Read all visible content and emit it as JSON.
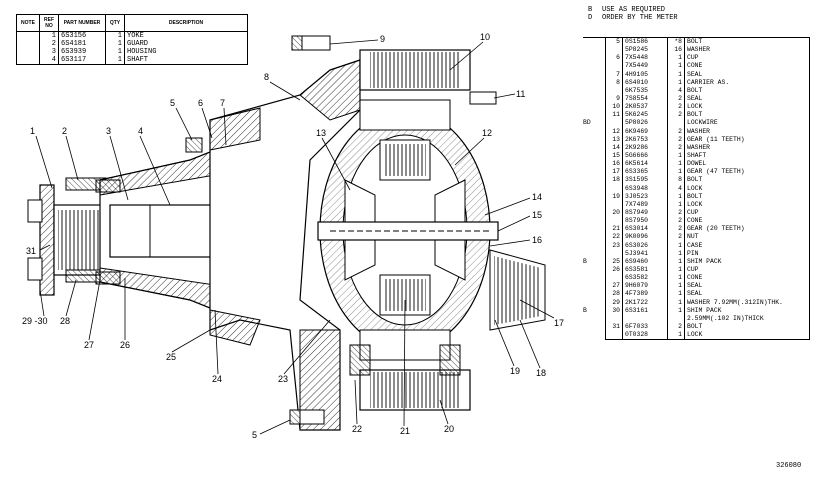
{
  "small_table": {
    "headers": [
      "NOTE",
      "REF NO",
      "PART NUMBER",
      "QTY",
      "DESCRIPTION"
    ],
    "rows": [
      {
        "ref": "1",
        "pn": "6S3156",
        "qty": "1",
        "desc": "YOKE"
      },
      {
        "ref": "2",
        "pn": "6S4181",
        "qty": "1",
        "desc": "GUARD"
      },
      {
        "ref": "3",
        "pn": "6S3939",
        "qty": "1",
        "desc": "HOUSING"
      },
      {
        "ref": "4",
        "pn": "6S3117",
        "qty": "1",
        "desc": "SHAFT"
      }
    ]
  },
  "legend": [
    {
      "key": "B",
      "text": "USE AS REQUIRED"
    },
    {
      "key": "D",
      "text": "ORDER BY THE METER"
    }
  ],
  "parts_rows": [
    {
      "note": "",
      "ref": "5",
      "pn": "0S1586",
      "qty": "*8",
      "desc": "BOLT"
    },
    {
      "note": "",
      "ref": "",
      "pn": "5P8245",
      "qty": "16",
      "desc": "WASHER"
    },
    {
      "note": "",
      "ref": "6",
      "pn": "7X5448",
      "qty": "1",
      "desc": "CUP"
    },
    {
      "note": "",
      "ref": "",
      "pn": "7X5449",
      "qty": "1",
      "desc": "CONE"
    },
    {
      "note": "",
      "ref": "7",
      "pn": "4H9105",
      "qty": "1",
      "desc": "SEAL"
    },
    {
      "note": "",
      "ref": "8",
      "pn": "6S4010",
      "qty": "1",
      "desc": "CARRIER AS."
    },
    {
      "note": "",
      "ref": "",
      "pn": "6K7535",
      "qty": "4",
      "desc": "BOLT"
    },
    {
      "note": "",
      "ref": "9",
      "pn": "7S8554",
      "qty": "2",
      "desc": "SEAL"
    },
    {
      "note": "",
      "ref": "10",
      "pn": "2K0537",
      "qty": "2",
      "desc": "LOCK"
    },
    {
      "note": "",
      "ref": "11",
      "pn": "5K6245",
      "qty": "2",
      "desc": "BOLT"
    },
    {
      "note": "BD",
      "ref": "",
      "pn": "5P8026",
      "qty": "",
      "desc": "LOCKWIRE"
    },
    {
      "note": "",
      "ref": "12",
      "pn": "6K9469",
      "qty": "2",
      "desc": "WASHER"
    },
    {
      "note": "",
      "ref": "13",
      "pn": "2K6753",
      "qty": "2",
      "desc": "GEAR (11 TEETH)"
    },
    {
      "note": "",
      "ref": "14",
      "pn": "2K9286",
      "qty": "2",
      "desc": "WASHER"
    },
    {
      "note": "",
      "ref": "15",
      "pn": "5G6666",
      "qty": "1",
      "desc": "SHAFT"
    },
    {
      "note": "",
      "ref": "16",
      "pn": "6K5614",
      "qty": "1",
      "desc": "DOWEL"
    },
    {
      "note": "",
      "ref": "17",
      "pn": "6S3365",
      "qty": "1",
      "desc": "GEAR (47 TEETH)"
    },
    {
      "note": "",
      "ref": "18",
      "pn": "3S1595",
      "qty": "8",
      "desc": "BOLT"
    },
    {
      "note": "",
      "ref": "",
      "pn": "6S3948",
      "qty": "4",
      "desc": "LOCK"
    },
    {
      "note": "",
      "ref": "19",
      "pn": "3J0523",
      "qty": "1",
      "desc": "BOLT"
    },
    {
      "note": "",
      "ref": "",
      "pn": "7X7489",
      "qty": "1",
      "desc": "LOCK"
    },
    {
      "note": "",
      "ref": "20",
      "pn": "8S7949",
      "qty": "2",
      "desc": "CUP"
    },
    {
      "note": "",
      "ref": "",
      "pn": "8S7950",
      "qty": "2",
      "desc": "CONE"
    },
    {
      "note": "",
      "ref": "21",
      "pn": "6S3014",
      "qty": "2",
      "desc": "GEAR (20 TEETH)"
    },
    {
      "note": "",
      "ref": "22",
      "pn": "9K0096",
      "qty": "2",
      "desc": "NUT"
    },
    {
      "note": "",
      "ref": "23",
      "pn": "6S3026",
      "qty": "1",
      "desc": "CASE"
    },
    {
      "note": "",
      "ref": "",
      "pn": "5J3941",
      "qty": "1",
      "desc": "PIN"
    },
    {
      "note": "B",
      "ref": "25",
      "pn": "6S9460",
      "qty": "1",
      "desc": "SHIM PACK"
    },
    {
      "note": "",
      "ref": "26",
      "pn": "6S3581",
      "qty": "1",
      "desc": "CUP"
    },
    {
      "note": "",
      "ref": "",
      "pn": "6S3582",
      "qty": "1",
      "desc": "CONE"
    },
    {
      "note": "",
      "ref": "27",
      "pn": "9H6079",
      "qty": "1",
      "desc": "SEAL"
    },
    {
      "note": "",
      "ref": "28",
      "pn": "4F7389",
      "qty": "1",
      "desc": "SEAL"
    },
    {
      "note": "",
      "ref": "29",
      "pn": "2K1722",
      "qty": "1",
      "desc": "WASHER 7.92MM(.312IN)THK."
    },
    {
      "note": "B",
      "ref": "30",
      "pn": "6S3161",
      "qty": "1",
      "desc": "SHIM PACK"
    },
    {
      "note": "",
      "ref": "",
      "pn": "",
      "qty": "",
      "desc": "2.59MM(.102 IN)THICK"
    },
    {
      "note": "",
      "ref": "31",
      "pn": "6F7033",
      "qty": "2",
      "desc": "BOLT"
    },
    {
      "note": "",
      "ref": "",
      "pn": "0T0328",
      "qty": "1",
      "desc": "LOCK"
    }
  ],
  "drawing_number": "326080",
  "callouts": [
    "1",
    "2",
    "3",
    "4",
    "5",
    "6",
    "7",
    "8",
    "9",
    "10",
    "11",
    "12",
    "13",
    "14",
    "15",
    "16",
    "17",
    "18",
    "19",
    "20",
    "21",
    "22",
    "23",
    "24",
    "25",
    "26",
    "27",
    "28",
    "29 -30",
    "31",
    "5"
  ]
}
